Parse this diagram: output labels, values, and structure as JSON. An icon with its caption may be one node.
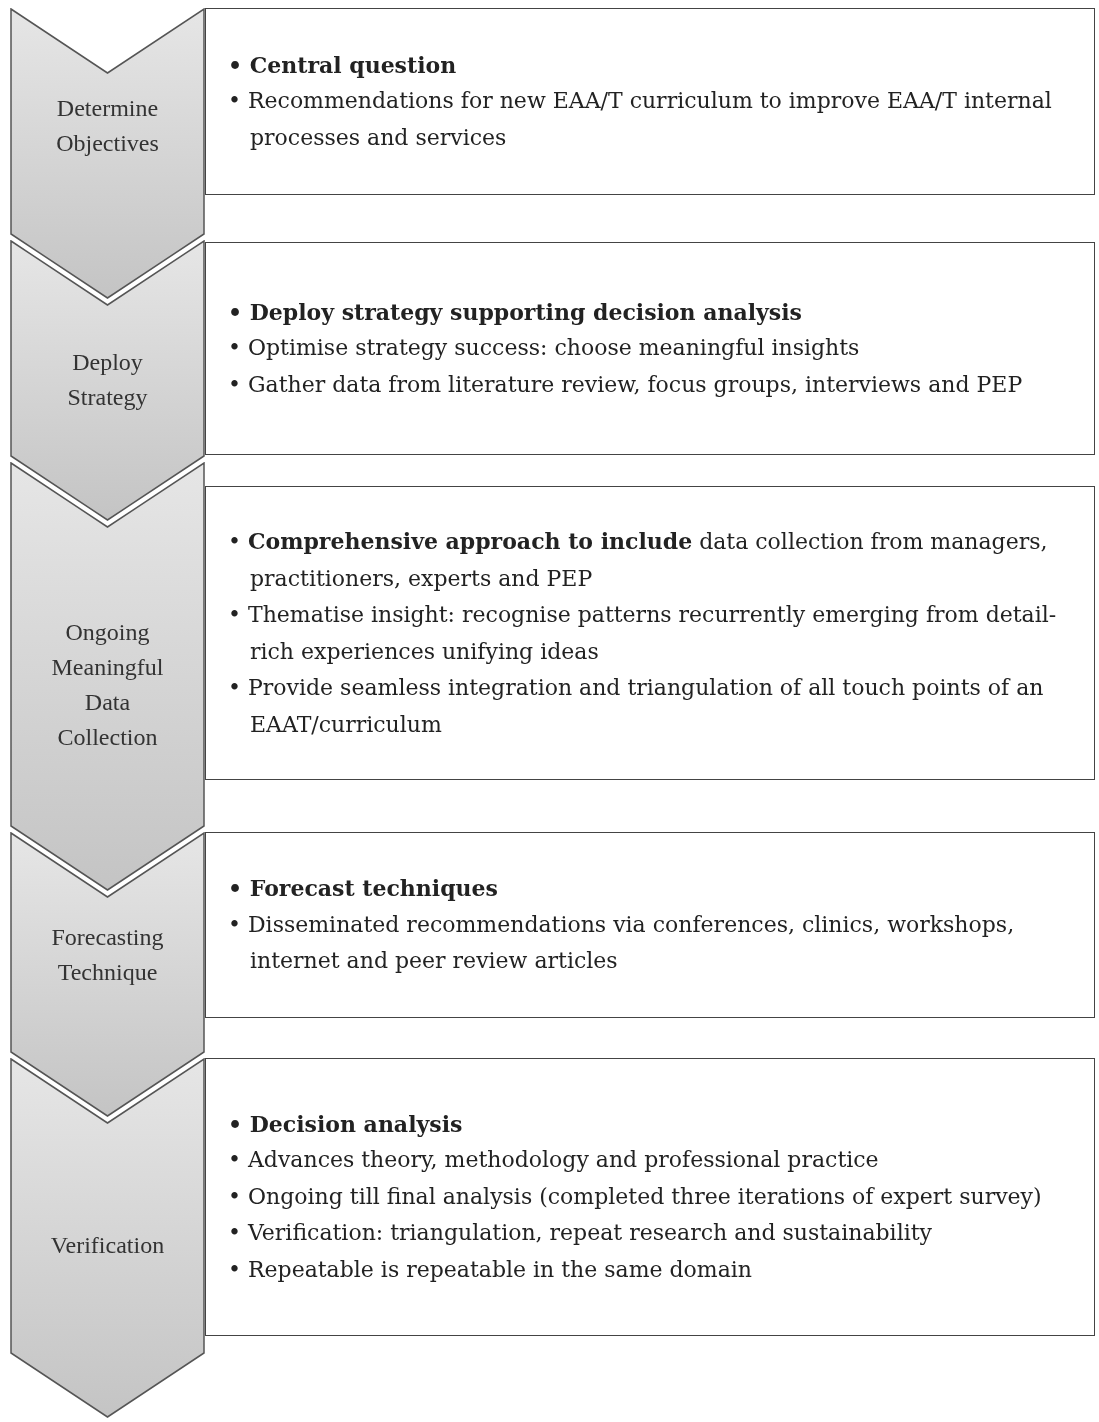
{
  "diagram": {
    "nodes": [
      {
        "text": [
          "Determine Objectives"
        ]
      },
      {
        "text": [
          "• Central question",
          "• Recommendations for new EAA/T curriculum to improve EAA/T internal processes and services"
        ]
      },
      {
        "text": [
          "Deploy Strategy"
        ]
      },
      {
        "text": [
          "• Deploy strategy supporting decision analysis",
          "• Optimise strategy success: choose meaningful insights",
          "• Gather data from literature review, focus groups, interviews and PEP"
        ]
      },
      {
        "text": [
          "Ongoing Meaningful Data Collection"
        ]
      },
      {
        "text": [
          "• **Comprehensive approach to include** data collection from managers, practitioners, experts and PEP",
          "• Thematise insight: recognise patterns recurrently emerging from detail-rich experiences unifying ideas",
          "• Provide seamless integration and triangulation of all touch points of an EAAT/curriculum"
        ]
      },
      {
        "text": [
          "Forecasting Technique"
        ]
      },
      {
        "text": [
          "• Forecast techniques",
          "• Disseminated recommendations via conferences, clinics, workshops, internet and peer review articles"
        ]
      },
      {
        "text": [
          "Verification"
        ]
      },
      {
        "text": [
          "• Decision analysis",
          "• Advances theory, methodology and professional practice",
          "• Ongoing till final analysis (completed three iterations of expert survey)",
          "• Verification: triangulation, repeat research and sustainability",
          "• Repeatable is repeatable in the same domain"
        ]
      }
    ]
  }
}
